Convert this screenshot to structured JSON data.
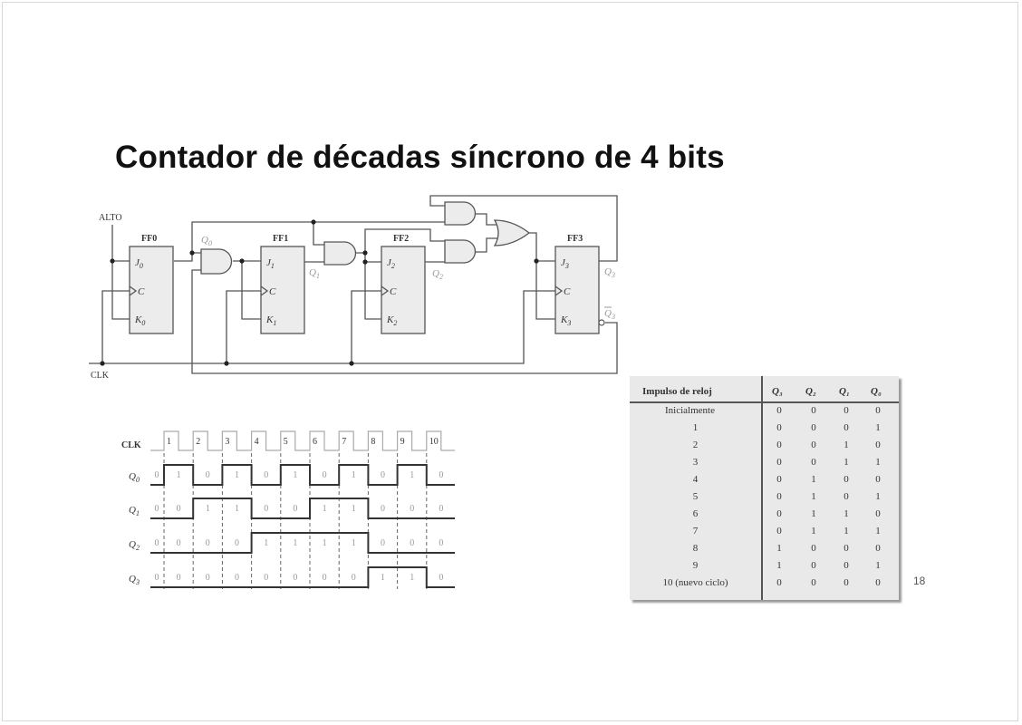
{
  "slide": {
    "title": "Contador de décadas síncrono de 4 bits",
    "page_number": "18"
  },
  "circuit": {
    "input_high": "ALTO",
    "clock": "CLK",
    "flipflops": [
      {
        "name": "FF0",
        "j": "J",
        "c": "C",
        "k": "K",
        "idx": "0"
      },
      {
        "name": "FF1",
        "j": "J",
        "c": "C",
        "k": "K",
        "idx": "1"
      },
      {
        "name": "FF2",
        "j": "J",
        "c": "C",
        "k": "K",
        "idx": "2"
      },
      {
        "name": "FF3",
        "j": "J",
        "c": "C",
        "k": "K",
        "idx": "3"
      }
    ],
    "outputs": {
      "q": "Q",
      "q0": "0",
      "q1": "1",
      "q2": "2",
      "q3": "3"
    }
  },
  "timing": {
    "clk_label": "CLK",
    "pulses": [
      "1",
      "2",
      "3",
      "4",
      "5",
      "6",
      "7",
      "8",
      "9",
      "10"
    ],
    "signals": [
      {
        "name": "Q",
        "sub": "0",
        "values": [
          0,
          1,
          0,
          1,
          0,
          1,
          0,
          1,
          0,
          1,
          0
        ]
      },
      {
        "name": "Q",
        "sub": "1",
        "values": [
          0,
          0,
          1,
          1,
          0,
          0,
          1,
          1,
          0,
          0,
          0
        ]
      },
      {
        "name": "Q",
        "sub": "2",
        "values": [
          0,
          0,
          0,
          0,
          1,
          1,
          1,
          1,
          0,
          0,
          0
        ]
      },
      {
        "name": "Q",
        "sub": "3",
        "values": [
          0,
          0,
          0,
          0,
          0,
          0,
          0,
          0,
          1,
          1,
          0
        ]
      }
    ]
  },
  "table": {
    "header": {
      "pulse": "Impulso de reloj",
      "q3": "Q₃",
      "q2": "Q₂",
      "q1": "Q₁",
      "q0": "Q₀"
    },
    "rows": [
      {
        "pulse": "Inicialmente",
        "q": [
          "0",
          "0",
          "0",
          "0"
        ]
      },
      {
        "pulse": "1",
        "q": [
          "0",
          "0",
          "0",
          "1"
        ]
      },
      {
        "pulse": "2",
        "q": [
          "0",
          "0",
          "1",
          "0"
        ]
      },
      {
        "pulse": "3",
        "q": [
          "0",
          "0",
          "1",
          "1"
        ]
      },
      {
        "pulse": "4",
        "q": [
          "0",
          "1",
          "0",
          "0"
        ]
      },
      {
        "pulse": "5",
        "q": [
          "0",
          "1",
          "0",
          "1"
        ]
      },
      {
        "pulse": "6",
        "q": [
          "0",
          "1",
          "1",
          "0"
        ]
      },
      {
        "pulse": "7",
        "q": [
          "0",
          "1",
          "1",
          "1"
        ]
      },
      {
        "pulse": "8",
        "q": [
          "1",
          "0",
          "0",
          "0"
        ]
      },
      {
        "pulse": "9",
        "q": [
          "1",
          "0",
          "0",
          "1"
        ]
      },
      {
        "pulse": "10 (nuevo ciclo)",
        "q": [
          "0",
          "0",
          "0",
          "0"
        ]
      }
    ]
  }
}
